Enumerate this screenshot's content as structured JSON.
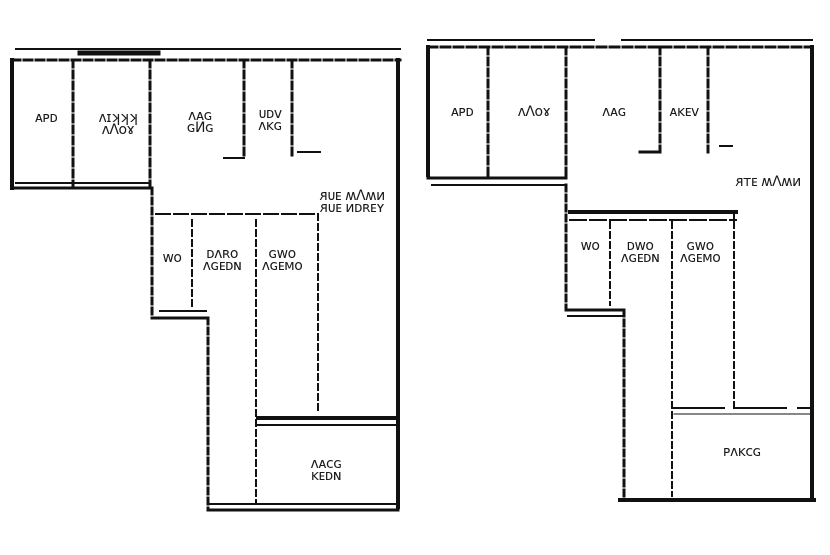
{
  "plans": [
    {
      "name": "left-plan",
      "rooms": [
        {
          "id": "r1",
          "lines": [
            "ᴀᴩᴅ"
          ]
        },
        {
          "id": "r2",
          "lines": [
            "ʌɪʞʞʞ",
            "ᴧɅᴏɤ"
          ]
        },
        {
          "id": "r3",
          "lines": [
            "ᴧᴀɢ",
            "ɢИɢ"
          ]
        },
        {
          "id": "r4",
          "lines": [
            "ᴜᴅᴠ",
            "ᴧᴋɢ"
          ]
        },
        {
          "id": "r5",
          "lines": [
            "ᴙᴜᴇ ʍɅʍᴎ",
            "ᴙᴜᴇ ᴎᴅʀᴇʏ"
          ]
        },
        {
          "id": "r6",
          "lines": [
            "ᴡᴏ"
          ]
        },
        {
          "id": "r7",
          "lines": [
            "ᴅʌʀᴏ",
            "ᴧɢᴇᴅɴ"
          ]
        },
        {
          "id": "r8",
          "lines": [
            "ɢᴡᴏ",
            "ᴧɢᴇᴍᴏ"
          ]
        },
        {
          "id": "r9",
          "lines": [
            "ᴧᴀᴄɢ",
            "ᴋᴇᴅɴ"
          ]
        }
      ]
    },
    {
      "name": "right-plan",
      "rooms": [
        {
          "id": "r1",
          "lines": [
            "ᴀᴩᴅ"
          ]
        },
        {
          "id": "r2",
          "lines": [
            "ᴧɅᴏɤ"
          ]
        },
        {
          "id": "r3",
          "lines": [
            "ᴧᴀɢ"
          ]
        },
        {
          "id": "r4",
          "lines": [
            "ᴀᴋᴇᴠ"
          ]
        },
        {
          "id": "r5",
          "lines": [
            "ᴙᴛᴇ ʍɅʍᴎ"
          ]
        },
        {
          "id": "r6",
          "lines": [
            "ᴡᴏ"
          ]
        },
        {
          "id": "r7",
          "lines": [
            "ᴅᴡᴏ",
            "ᴧɢᴇᴅɴ"
          ]
        },
        {
          "id": "r8",
          "lines": [
            "ɢᴡᴏ",
            "ᴧɢᴇᴍᴏ"
          ]
        },
        {
          "id": "r9",
          "lines": [
            "ᴩʌᴋᴄɢ"
          ]
        }
      ]
    }
  ]
}
